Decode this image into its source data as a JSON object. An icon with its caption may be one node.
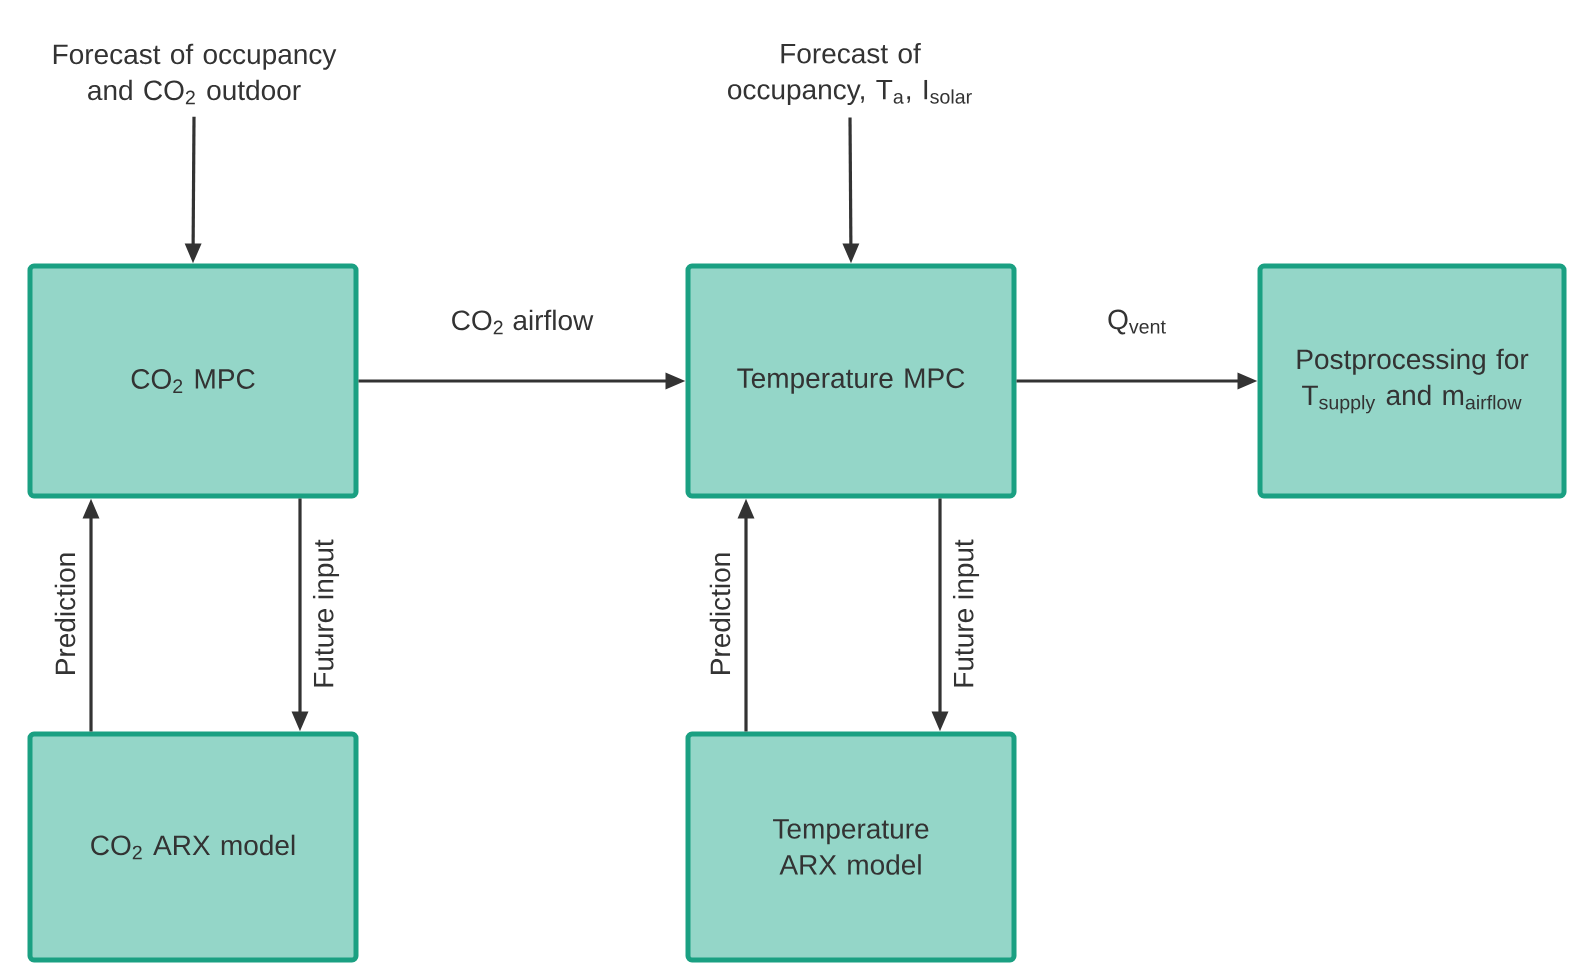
{
  "diagram": {
    "nodes": [
      {
        "text": [
          "Forecast of occupancy and CO$_{2}$ outdoor"
        ]
      },
      {
        "text": [
          "CO$_{2}$ MPC"
        ]
      },
      {
        "text": [
          "CO$_{2}$ ARX model"
        ]
      },
      {
        "text": [
          "Forecast of occupancy, T$_{a}$, I$_{solar}$"
        ]
      },
      {
        "text": [
          "Temperature MPC"
        ]
      },
      {
        "text": [
          "Temperature ARX model"
        ]
      },
      {
        "text": [
          "Postprocessing for T$_{supply}$ and m$_{airflow}$"
        ]
      }
    ],
    "edges": [
      {
        "from": 0,
        "to": 1,
        "arrow": "to"
      },
      {
        "from": 1,
        "to": 4,
        "arrow": "to",
        "label": "CO$_{2}$ airflow"
      },
      {
        "from": 4,
        "to": 6,
        "arrow": "to",
        "label": "Q$_{vent}$"
      },
      {
        "from": 2,
        "to": 1,
        "arrow": "to",
        "label": "Prediction"
      },
      {
        "from": 1,
        "to": 2,
        "arrow": "to",
        "label": "Future input"
      },
      {
        "from": 3,
        "to": 4,
        "arrow": "to"
      },
      {
        "from": 5,
        "to": 4,
        "arrow": "to",
        "label": "Prediction"
      },
      {
        "from": 4,
        "to": 5,
        "arrow": "to",
        "label": "Future input"
      }
    ]
  }
}
